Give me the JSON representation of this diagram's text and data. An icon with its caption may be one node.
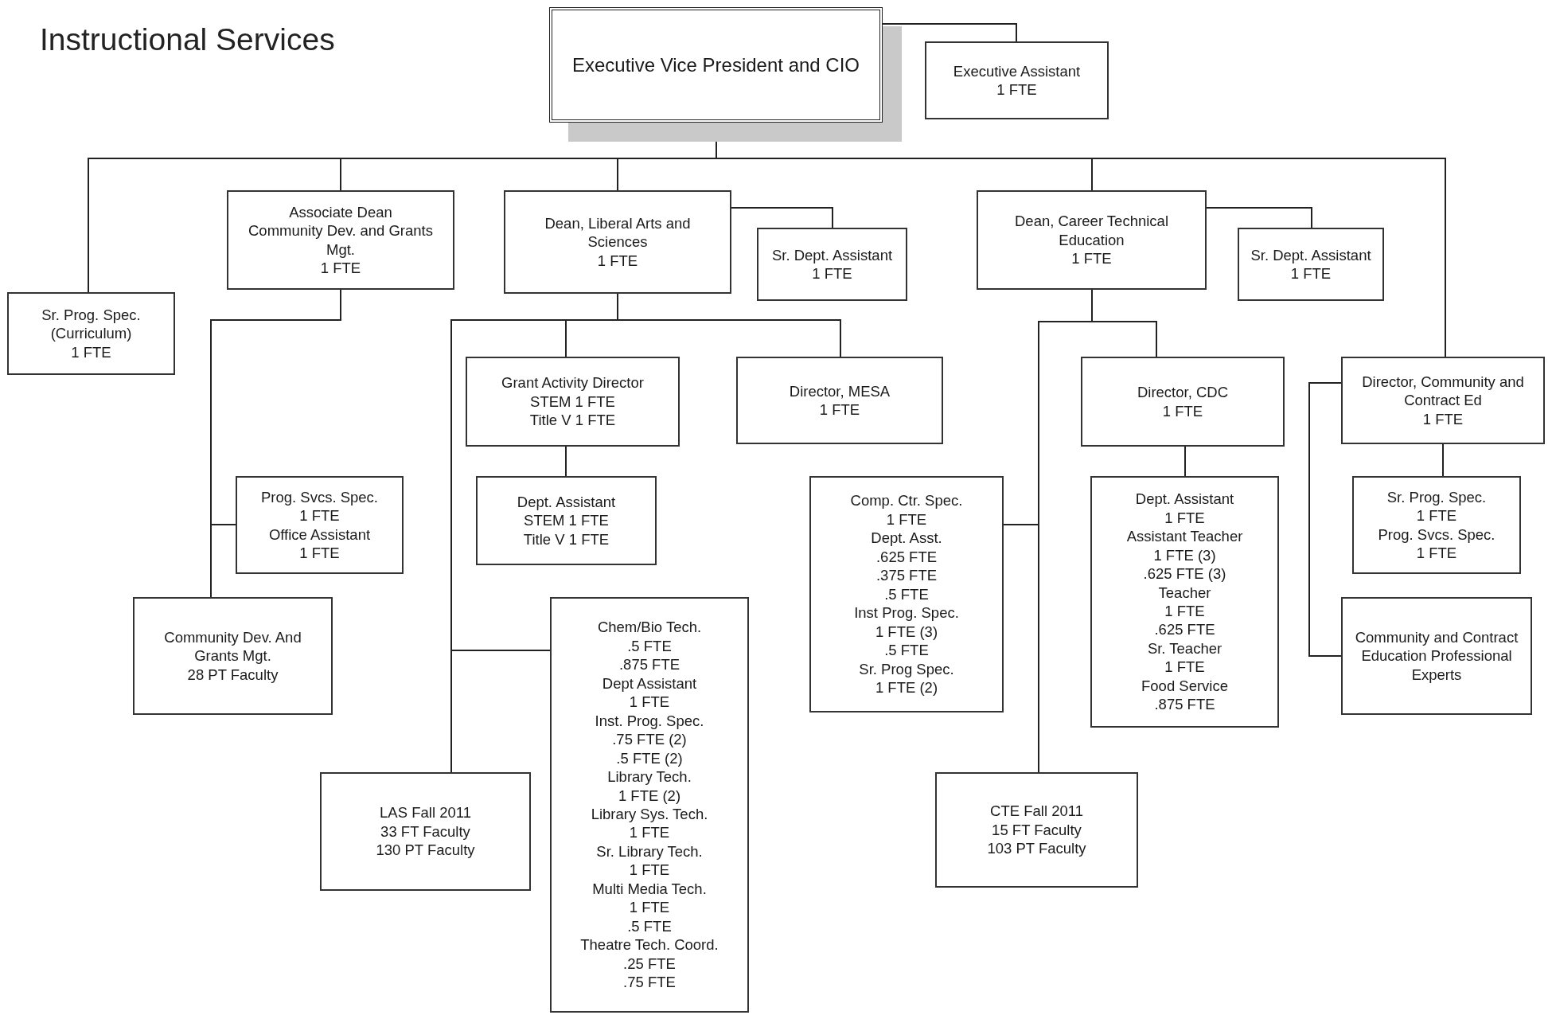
{
  "diagram": {
    "title": "Instructional Services",
    "nodes": [
      {
        "text": [
          "Executive Vice President and CIO"
        ]
      },
      {
        "text": [
          "Executive Assistant",
          "1 FTE"
        ]
      },
      {
        "text": [
          "Sr. Prog. Spec. (Curriculum)",
          "1 FTE"
        ]
      },
      {
        "text": [
          "Associate Dean",
          "Community Dev. and Grants Mgt.",
          "1 FTE"
        ]
      },
      {
        "text": [
          "Dean, Liberal Arts and Sciences",
          "1 FTE"
        ]
      },
      {
        "text": [
          "Sr. Dept. Assistant",
          "1 FTE"
        ]
      },
      {
        "text": [
          "Dean, Career Technical Education",
          "1 FTE"
        ]
      },
      {
        "text": [
          "Sr. Dept. Assistant",
          "1 FTE"
        ]
      },
      {
        "text": [
          "Prog. Svcs. Spec.",
          "1 FTE",
          "Office Assistant",
          "1 FTE"
        ]
      },
      {
        "text": [
          "Community Dev. And Grants Mgt.",
          "28 PT Faculty"
        ]
      },
      {
        "text": [
          "Grant Activity Director",
          "STEM 1 FTE",
          "Title V 1 FTE"
        ]
      },
      {
        "text": [
          "Director, MESA",
          "1 FTE"
        ]
      },
      {
        "text": [
          "Dept. Assistant",
          "STEM 1 FTE",
          "Title V 1 FTE"
        ]
      },
      {
        "text": [
          "LAS Fall 2011",
          "33 FT Faculty",
          "130 PT Faculty"
        ]
      },
      {
        "text": [
          "Chem/Bio Tech.",
          ".5 FTE",
          ".875 FTE",
          "Dept Assistant",
          "1 FTE",
          "Inst. Prog. Spec.",
          ".75 FTE (2)",
          ".5 FTE (2)",
          "Library Tech.",
          "1 FTE (2)",
          "Library Sys. Tech.",
          "1 FTE",
          "Sr. Library Tech.",
          "1 FTE",
          "Multi Media Tech.",
          "1 FTE",
          ".5 FTE",
          "Theatre Tech. Coord.",
          ".25 FTE",
          ".75 FTE"
        ]
      },
      {
        "text": [
          "Comp. Ctr. Spec.",
          "1 FTE",
          "Dept. Asst.",
          ".625 FTE",
          ".375 FTE",
          ".5 FTE",
          "Inst Prog. Spec.",
          "1 FTE (3)",
          ".5 FTE",
          "Sr. Prog Spec.",
          "1 FTE (2)"
        ]
      },
      {
        "text": [
          "Director, CDC",
          "1 FTE"
        ]
      },
      {
        "text": [
          "Dept. Assistant",
          "1 FTE",
          "Assistant Teacher",
          "1 FTE (3)",
          ".625 FTE (3)",
          "Teacher",
          "1 FTE",
          ".625 FTE",
          "Sr. Teacher",
          "1 FTE",
          "Food Service",
          ".875 FTE"
        ]
      },
      {
        "text": [
          "CTE Fall 2011",
          "15 FT Faculty",
          "103 PT Faculty"
        ]
      },
      {
        "text": [
          "Director, Community and Contract Ed",
          "1 FTE"
        ]
      },
      {
        "text": [
          "Sr. Prog. Spec.",
          "1 FTE",
          "Prog. Svcs. Spec.",
          "1 FTE"
        ]
      },
      {
        "text": [
          "Community and Contract Education Professional Experts"
        ]
      }
    ],
    "edges": [
      {
        "from": 0,
        "to": 1,
        "arrow": "none"
      },
      {
        "from": 0,
        "to": 2,
        "arrow": "none"
      },
      {
        "from": 0,
        "to": 3,
        "arrow": "none"
      },
      {
        "from": 0,
        "to": 4,
        "arrow": "none"
      },
      {
        "from": 0,
        "to": 6,
        "arrow": "none"
      },
      {
        "from": 0,
        "to": 19,
        "arrow": "none"
      },
      {
        "from": 4,
        "to": 5,
        "arrow": "none"
      },
      {
        "from": 6,
        "to": 7,
        "arrow": "none"
      },
      {
        "from": 3,
        "to": 8,
        "arrow": "none"
      },
      {
        "from": 3,
        "to": 9,
        "arrow": "none"
      },
      {
        "from": 4,
        "to": 10,
        "arrow": "none"
      },
      {
        "from": 4,
        "to": 11,
        "arrow": "none"
      },
      {
        "from": 4,
        "to": 13,
        "arrow": "none"
      },
      {
        "from": 4,
        "to": 14,
        "arrow": "none"
      },
      {
        "from": 10,
        "to": 12,
        "arrow": "none"
      },
      {
        "from": 6,
        "to": 16,
        "arrow": "none"
      },
      {
        "from": 6,
        "to": 18,
        "arrow": "none"
      },
      {
        "from": 6,
        "to": 15,
        "arrow": "none"
      },
      {
        "from": 16,
        "to": 17,
        "arrow": "none"
      },
      {
        "from": 19,
        "to": 20,
        "arrow": "none"
      },
      {
        "from": 19,
        "to": 21,
        "arrow": "none"
      }
    ]
  }
}
